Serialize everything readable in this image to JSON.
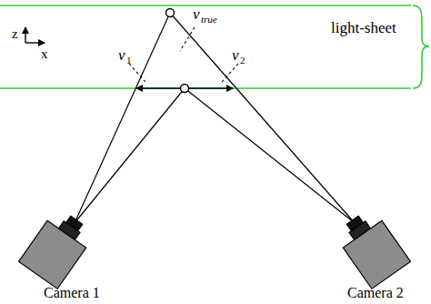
{
  "diagram": {
    "labels": [
      "light-sheet",
      "z",
      "x",
      "v",
      "1",
      "v",
      "2",
      "v",
      "true",
      "Camera 1",
      "Camera 2"
    ]
  }
}
